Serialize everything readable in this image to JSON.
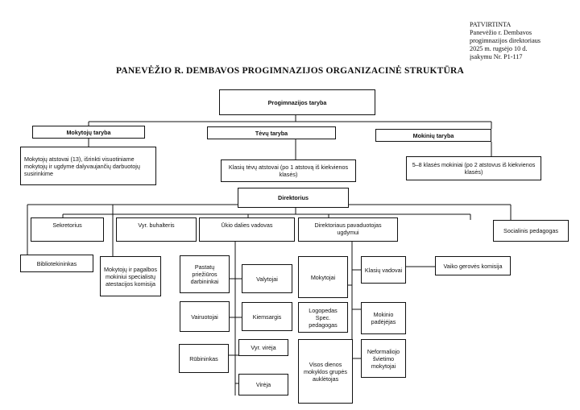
{
  "approval": {
    "line1": "PATVIRTINTA",
    "line2": "Panevėžio r.  Dembavos",
    "line3": "progimnazijos direktoriaus",
    "line4": "2025 m. rugsėjo 10 d.",
    "line5": "įsakymu Nr. P1-117"
  },
  "title": "PANEVĖŽIO R. DEMBAVOS PROGIMNAZIJOS ORGANIZACINĖ STRUKTŪRA",
  "nodes": {
    "progimnazijos_taryba": "Progimnazijos taryba",
    "mokytoju_taryba": "Mokytojų taryba",
    "tevu_taryba": "Tėvų taryba",
    "mokiniu_taryba": "Mokinių taryba",
    "mokytoju_taryba_desc": "Mokytojų atstovai (13), išrinkti visuotiniame mokytojų ir ugdyme dalyvaujančių darbuotojų susirinkime",
    "tevu_taryba_desc": "Klasių  tėvų  atstovai (po 1 atstovą iš kiekvienos klasės)",
    "mokiniu_taryba_desc": "5–8 klasės mokiniai (po 2 atstovus iš kiekvienos klasės)",
    "direktorius": "Direktorius",
    "sekretorius": "Sekretorius",
    "vyr_buhalteris": "Vyr. buhalteris",
    "ukio_vadovas": "Ūkio dalies vadovas",
    "pavaduotojas": "Direktoriaus pavaduotojas ugdymui",
    "socialinis": "Socialinis pedagogas",
    "bibliotekininkas": "Bibliotekininkas",
    "atestacijos": "Mokytojų ir pagalbos mokiniui specialistų atestacijos komisija",
    "pastatu": "Pastatų priežiūros darbininkai",
    "valytojai": "Valytojai",
    "vairuotojai": "Vairuotojai",
    "kiemsargis": "Kiemsargis",
    "rubininkas": "Rūbininkas",
    "vyr_vireja": "Vyr. virėja",
    "vireja": "Virėja",
    "mokytojai": "Mokytojai",
    "klasiu_vadovai": "Klasių  vadovai",
    "vaiko_gerove": "Vaiko  gerovės komisija",
    "logopedas": "Logopedas Spec. pedagogas",
    "mokinio_padejejas": "Mokinio padėjėjas",
    "visos_dienos": "Visos dienos mokyklos grupės auklėtojas",
    "neformaliojo": "Neformaliojo švietimo mokytojai"
  }
}
